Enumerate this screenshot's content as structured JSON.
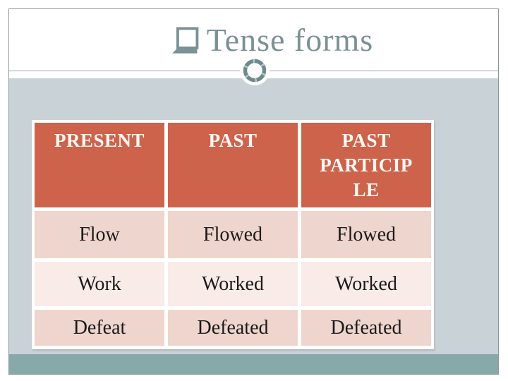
{
  "slide": {
    "title": "Tense forms"
  },
  "icons": {
    "title_bullet": "shadowed-square-bullet",
    "divider_ornament": "circle-ring-ornament"
  },
  "table": {
    "headers": [
      {
        "label": "PRESENT",
        "lines": [
          "PRESENT"
        ]
      },
      {
        "label": "PAST",
        "lines": [
          "PAST"
        ]
      },
      {
        "label": "PAST PARTICIPLE",
        "lines": [
          "PAST",
          "PARTICIP",
          "LE"
        ]
      }
    ],
    "rows": [
      [
        "Flow",
        "Flowed",
        "Flowed"
      ],
      [
        "Work",
        "Worked",
        "Worked"
      ],
      [
        "Defeat",
        "Defeated",
        "Defeated"
      ]
    ]
  },
  "colors": {
    "title_text": "#7b9193",
    "slide_border": "#8d969a",
    "slide_body_bg": "#c9d2d7",
    "bottom_band": "#87a9aa",
    "table_header_bg": "#ce634c",
    "table_header_text": "#fdf8f4",
    "row_odd_bg": "#eed5cd",
    "row_even_bg": "#f8ebe8",
    "cell_text": "#1a1a1a",
    "ornament_ring": "#6e8a8c"
  }
}
